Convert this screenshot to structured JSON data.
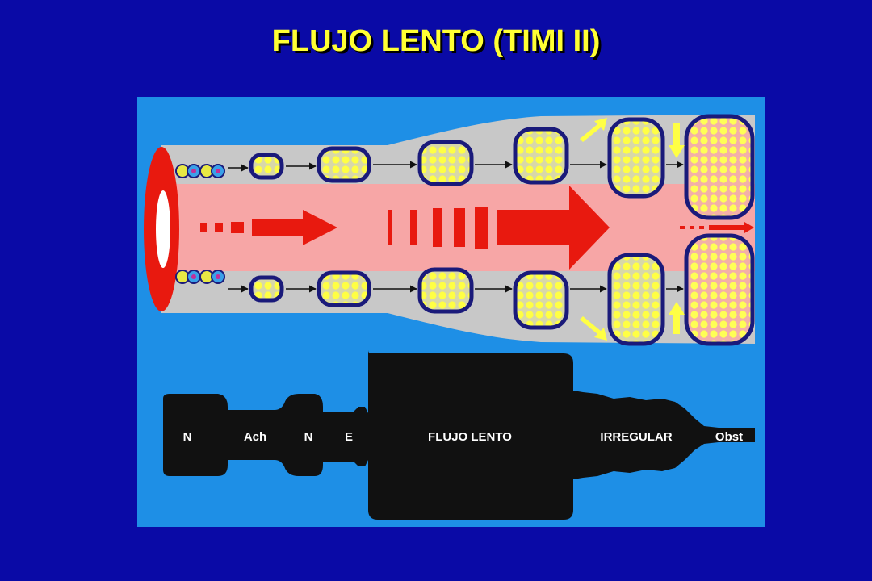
{
  "slide": {
    "title": "FLUJO LENTO (TIMI II)"
  },
  "diagram": {
    "colors": {
      "background": "#0a0aa6",
      "panel": "#1e8fe6",
      "vessel_wall": "#c8c8c8",
      "flow_lumen": "#f7a6a6",
      "flow_arrow": "#e8190f",
      "cell_fill": "#ffff44",
      "cell_border": "#1a1a7a",
      "squeeze_arrow": "#ffff44",
      "silhouette": "#111111"
    },
    "segments": [
      {
        "label": "N"
      },
      {
        "label": "Ach"
      },
      {
        "label": "N"
      },
      {
        "label": "E"
      },
      {
        "label": "FLUJO LENTO"
      },
      {
        "label": "IRREGULAR"
      },
      {
        "label": "Obst"
      }
    ]
  }
}
